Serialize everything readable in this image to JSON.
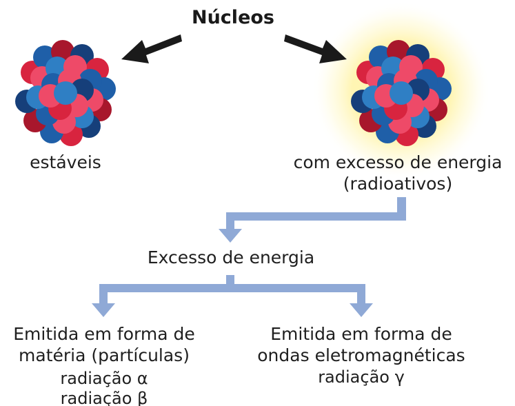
{
  "title": "Núcleos",
  "stable_label": "estáveis",
  "radioactive_label_line1": "com excesso de energia",
  "radioactive_label_line2": "(radioativos)",
  "middle_label": "Excesso de energia",
  "left_branch": {
    "line1": "Emitida em forma de",
    "line2": "matéria (partículas)",
    "radiation1": "radiação α",
    "radiation2": "radiação β"
  },
  "right_branch": {
    "line1": "Emitida em forma de",
    "line2": "ondas eletromagnéticas",
    "radiation1": "radiação γ"
  },
  "colors": {
    "arrow_black": "#1a1a1a",
    "connector_blue": "#8fa9d6",
    "glow_yellow": "#fff3a6",
    "proton_red": "#d8243f",
    "proton_pink": "#ee4a68",
    "proton_dark_red": "#a8172c",
    "neutron_blue": "#1f5fa8",
    "neutron_dark_blue": "#163f7a",
    "neutron_light_blue": "#2f7fc4"
  },
  "icons": {
    "stable_nucleus": "nucleus-icon",
    "radioactive_nucleus": "glowing-nucleus-icon"
  }
}
